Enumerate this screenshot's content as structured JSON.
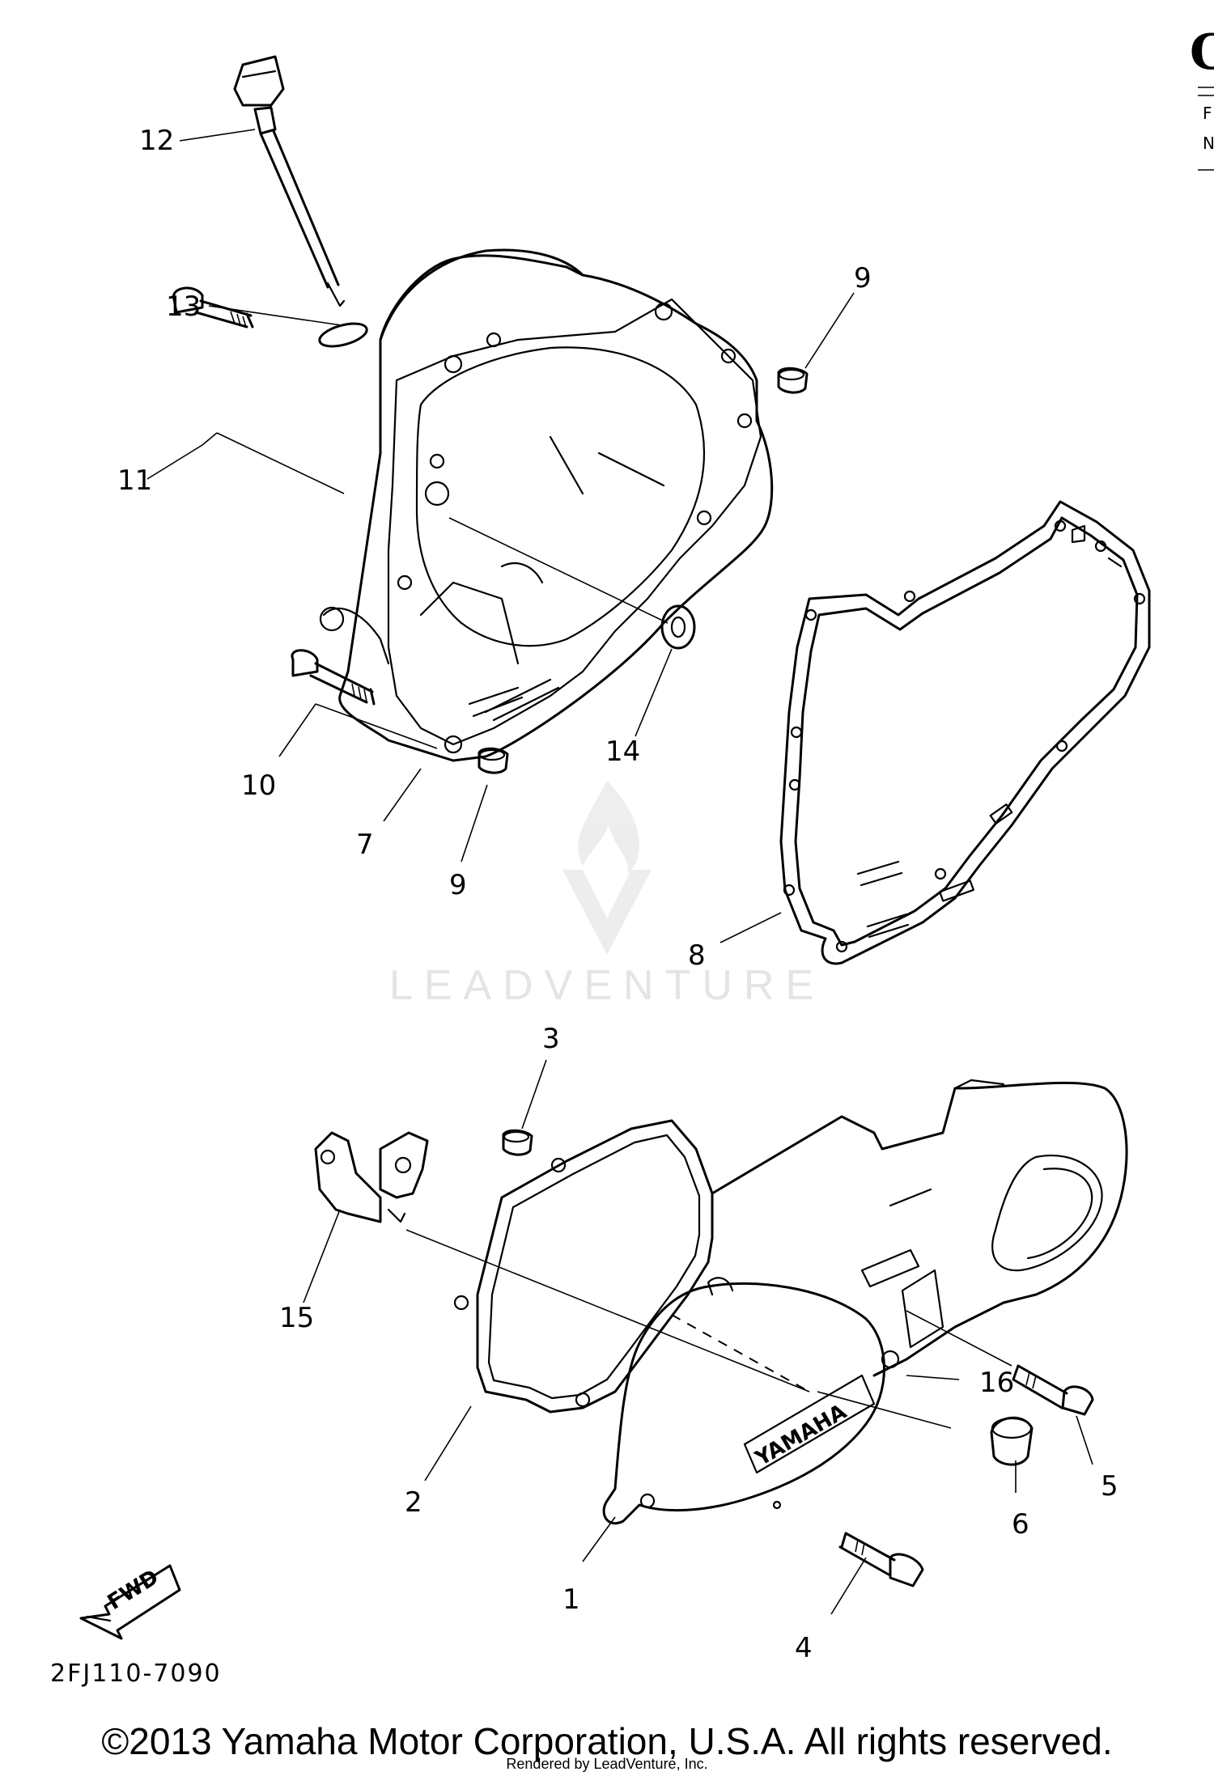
{
  "header": {
    "corner_letter": "C",
    "corner_line_1": "F",
    "corner_line_2": "N"
  },
  "callouts": [
    "1",
    "2",
    "3",
    "4",
    "5",
    "6",
    "7",
    "8",
    "9",
    "9",
    "10",
    "11",
    "12",
    "13",
    "14",
    "15",
    "16"
  ],
  "fwd_label": "FWD",
  "cover_logo": "YAMAHA",
  "diagram_code": "2FJ110-7090",
  "watermark": "LEADVENTURE",
  "copyright": "©2013 Yamaha Motor Corporation, U.S.A. All rights reserved.",
  "rendered_by": "Rendered by LeadVenture, Inc."
}
